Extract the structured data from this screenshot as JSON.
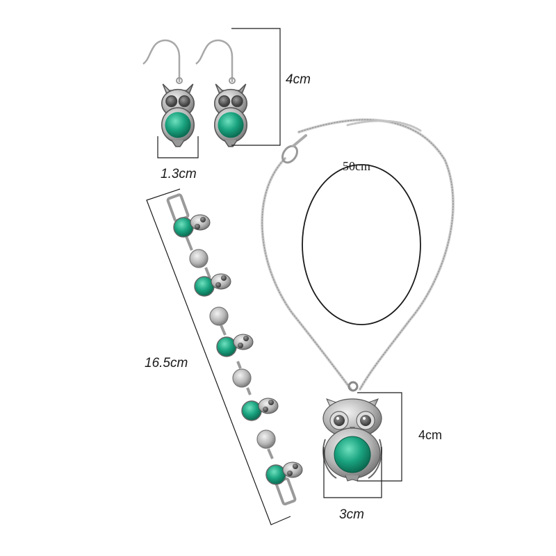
{
  "labels": {
    "earring_height": "4cm",
    "earring_width": "1.3cm",
    "bracelet_length": "16.5cm",
    "necklace_length": "50cm",
    "pendant_height": "4cm",
    "pendant_width": "3cm"
  },
  "colors": {
    "turquoise": "#1aa37f",
    "silver": "#b9b9b9",
    "silver_dark": "#6f6f6f",
    "line": "#1a1a1a"
  }
}
